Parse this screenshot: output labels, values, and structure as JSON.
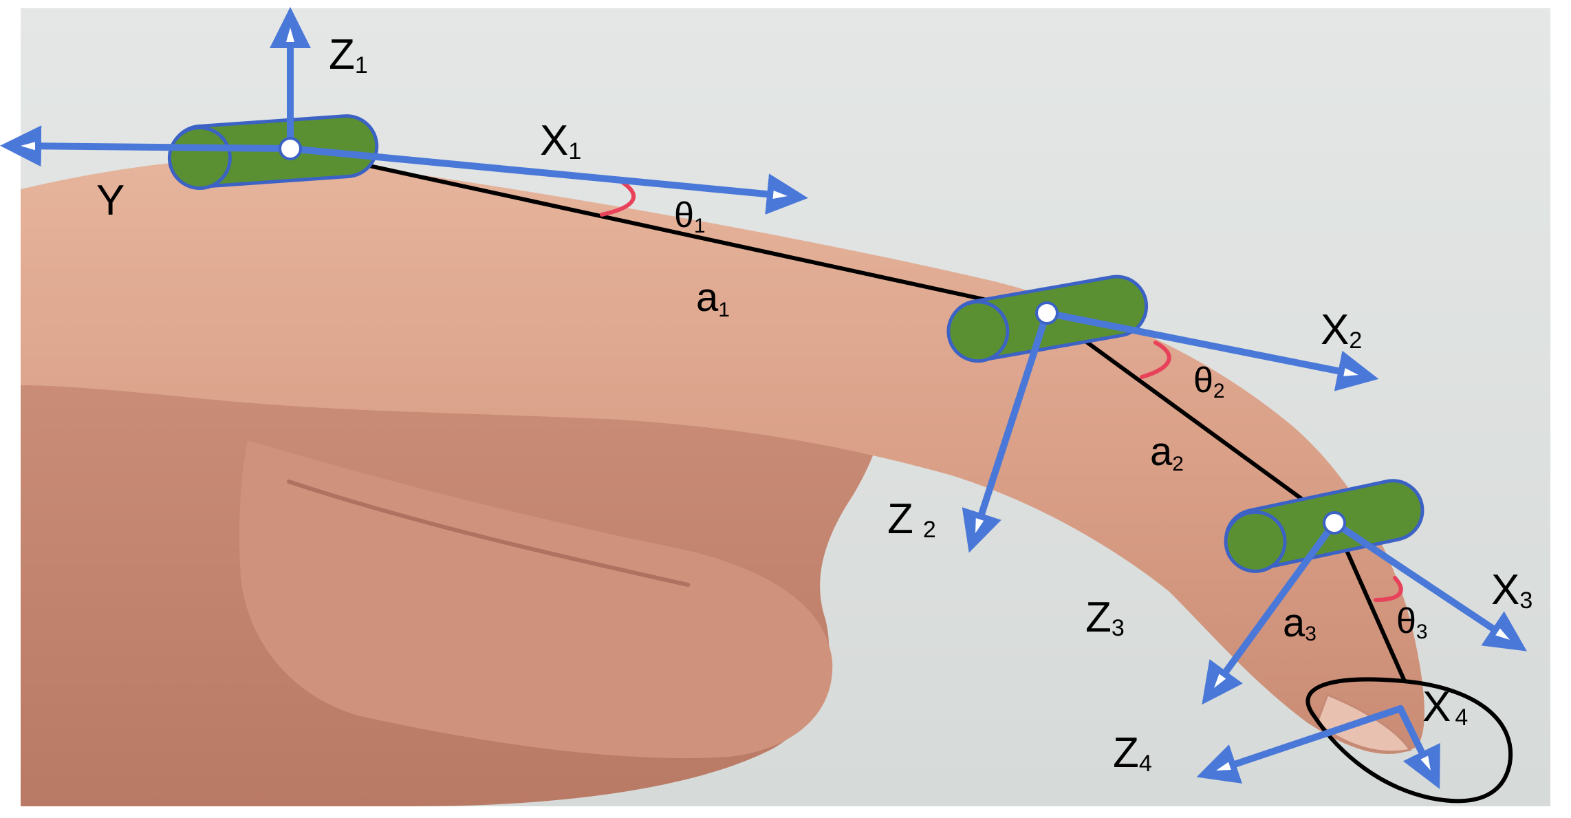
{
  "colors": {
    "axis": "#4a78d8",
    "joint": "#5a9032",
    "joint_outline": "#3b62c4",
    "link": "#000000",
    "angle_arc": "#e8425a",
    "skin": "#dca48c",
    "background": "#dfe3e1"
  },
  "labels": {
    "z1": "Z",
    "z1_sub": "1",
    "y": "Y",
    "x1": "X",
    "x1_sub": "1",
    "theta1": "θ",
    "theta1_sub": "1",
    "a1": "a",
    "a1_sub": "1",
    "x2": "X",
    "x2_sub": "2",
    "theta2": "θ",
    "theta2_sub": "2",
    "a2": "a",
    "a2_sub": "2",
    "z2": "Z",
    "z2_sub": "2",
    "z3": "Z",
    "z3_sub": "3",
    "a3": "a",
    "a3_sub": "3",
    "theta3": "θ",
    "theta3_sub": "3",
    "x3": "X",
    "x3_sub": "3",
    "x4": "X",
    "x4_sub": "4",
    "z4": "Z",
    "z4_sub": "4"
  }
}
